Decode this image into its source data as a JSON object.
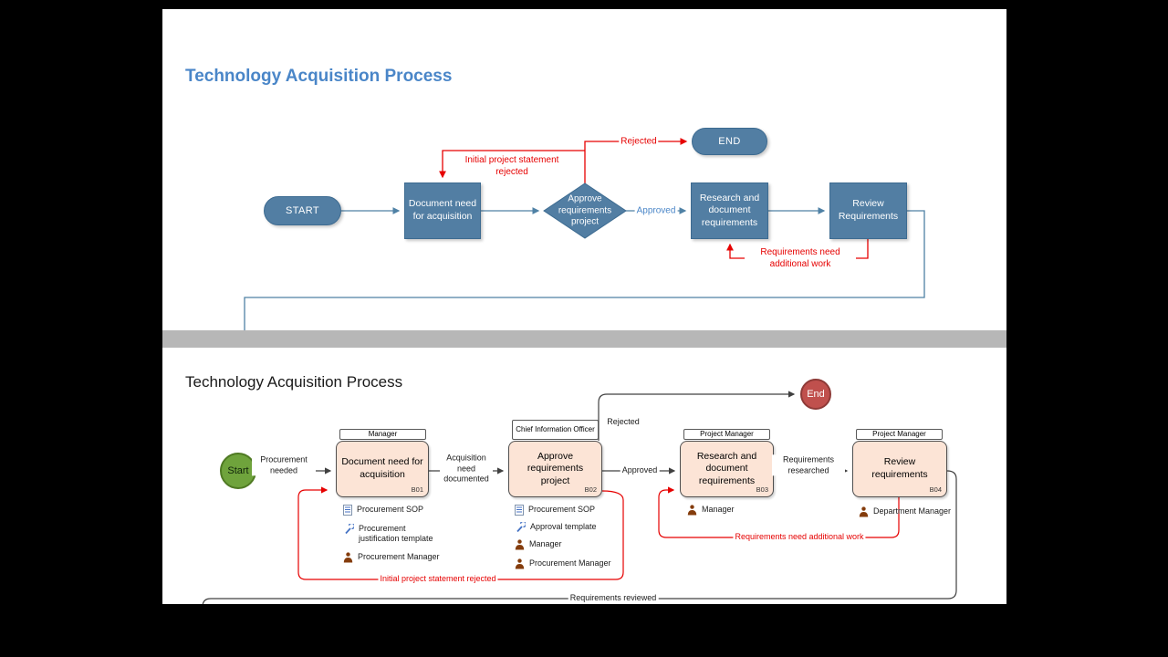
{
  "colors": {
    "frame_background": "#000000",
    "page_background": "#ffffff",
    "separator_gray": "#b7b7b7",
    "p1_title_blue": "#4a86c8",
    "p1_shape_blue": "#527ea3",
    "p1_shape_border": "#3d6b91",
    "p1_connector_blue": "#4f81a5",
    "feedback_red": "#e60000",
    "p2_box_fill": "#fce4d6",
    "p2_box_border": "#4f4f4f",
    "p2_connector_black": "#404040",
    "start_green": "#6fa33c",
    "end_red": "#c0504d",
    "person_icon_brown": "#843c0c",
    "doc_icon_blue": "#4472c4"
  },
  "page1": {
    "title": "Technology Acquisition Process",
    "nodes": {
      "start": "START",
      "document": "Document need for acquisition",
      "approve": "Approve requirements project",
      "research": "Research and document requirements",
      "review": "Review Requirements",
      "end": "END"
    },
    "edges": {
      "rejected": "Rejected",
      "initial_rejected": "Initial project statement rejected",
      "approved": "Approved",
      "additional_work": "Requirements need additional work"
    }
  },
  "page2": {
    "title": "Technology Acquisition Process",
    "start_label": "Start",
    "end_label": "End",
    "boxes": [
      {
        "id": "B01",
        "label": "Document need for acquisition",
        "role": "Manager"
      },
      {
        "id": "B02",
        "label": "Approve requirements project",
        "role": "Chief Information Officer"
      },
      {
        "id": "B03",
        "label": "Research and document requirements",
        "role": "Project Manager"
      },
      {
        "id": "B04",
        "label": "Review requirements",
        "role": "Project Manager"
      }
    ],
    "edges": {
      "procurement_needed": "Procurement needed",
      "acquisition_documented": "Acquisition need documented",
      "approved": "Approved",
      "requirements_researched": "Requirements researched",
      "rejected": "Rejected",
      "additional_work": "Requirements need additional work",
      "initial_rejected": "Initial project statement rejected",
      "requirements_reviewed": "Requirements reviewed"
    },
    "attachments": {
      "b01": [
        {
          "icon": "document-icon",
          "label": "Procurement SOP"
        },
        {
          "icon": "wrench-icon",
          "label": "Procurement justification template"
        },
        {
          "icon": "person-icon",
          "label": "Procurement Manager"
        }
      ],
      "b02": [
        {
          "icon": "document-icon",
          "label": "Procurement SOP"
        },
        {
          "icon": "wrench-icon",
          "label": "Approval template"
        },
        {
          "icon": "person-icon",
          "label": "Manager"
        },
        {
          "icon": "person-icon",
          "label": "Procurement Manager"
        }
      ],
      "b03": [
        {
          "icon": "person-icon",
          "label": "Manager"
        }
      ],
      "b04": [
        {
          "icon": "person-icon",
          "label": "Department Manager"
        }
      ]
    }
  }
}
